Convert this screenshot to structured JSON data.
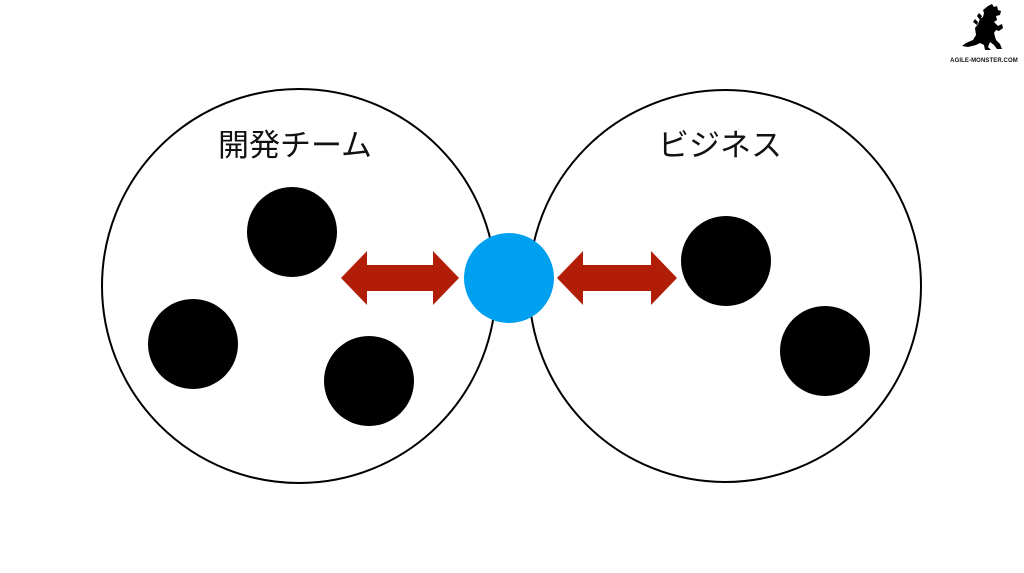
{
  "groups": [
    {
      "id": "dev",
      "label": "開発チーム",
      "members": 3
    },
    {
      "id": "biz",
      "label": "ビジネス",
      "members": 2
    }
  ],
  "connector": {
    "color": "#00A0F0"
  },
  "arrows": {
    "color": "#B11D06",
    "style": "double-headed"
  },
  "members": {
    "color": "#000000"
  },
  "logo": {
    "text": "AGILE-MONSTER.COM",
    "icon": "monster-icon"
  }
}
